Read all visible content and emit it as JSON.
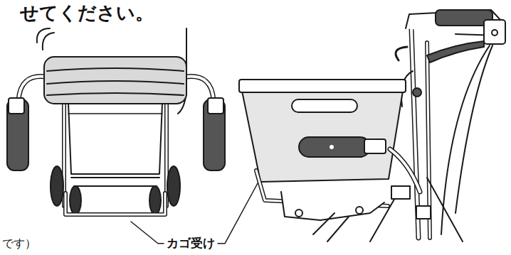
{
  "diagram": {
    "labels": [
      "せてください。",
      "です）",
      "カゴ受け"
    ]
  }
}
